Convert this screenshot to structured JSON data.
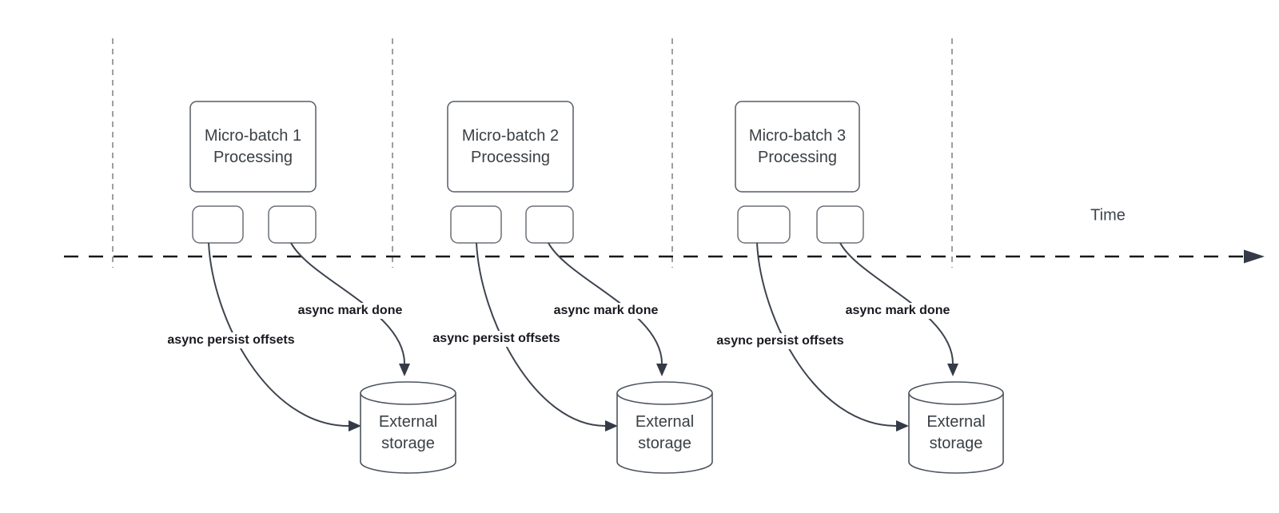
{
  "colors": {
    "background": "#ffffff",
    "gridline": "#9e9ea3",
    "timeline": "#17181a",
    "shape_stroke": "#565d66",
    "connector": "#3d434e",
    "arrowhead": "#343b46",
    "box_text": "#3a4045",
    "async_label_text": "#17191f",
    "time_text": "#3c4450"
  },
  "diagram": {
    "time_axis_label": "Time",
    "batches": [
      {
        "box_label": "Micro-batch 1\nProcessing",
        "persist_label": "async persist offsets",
        "mark_done_label": "async mark done",
        "storage_label": "External\nstorage"
      },
      {
        "box_label": "Micro-batch 2\nProcessing",
        "persist_label": "async persist offsets",
        "mark_done_label": "async mark done",
        "storage_label": "External\nstorage"
      },
      {
        "box_label": "Micro-batch 3\nProcessing",
        "persist_label": "async persist offsets",
        "mark_done_label": "async mark done",
        "storage_label": "External\nstorage"
      }
    ]
  }
}
